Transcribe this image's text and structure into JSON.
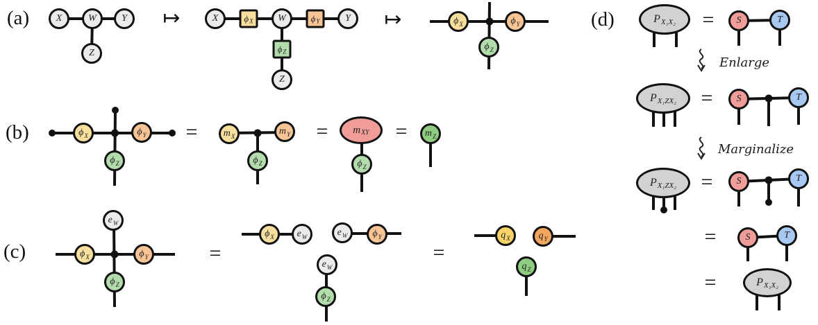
{
  "panel_labels": [
    "(a)",
    "(b)",
    "(c)",
    "(d)"
  ],
  "operators": {
    "mapsto": "↦",
    "equals": "="
  },
  "annotations": {
    "enlarge": "Enlarge",
    "marginalize": "Marginalize"
  },
  "nodes": {
    "X": {
      "main": "X",
      "sub": ""
    },
    "W": {
      "main": "W",
      "sub": ""
    },
    "Y": {
      "main": "Y",
      "sub": ""
    },
    "Z": {
      "main": "Z",
      "sub": ""
    },
    "phiX": {
      "main": "ϕ",
      "sub": "X"
    },
    "phiY": {
      "main": "ϕ",
      "sub": "Y"
    },
    "phiZ": {
      "main": "ϕ",
      "sub": "Z"
    },
    "mX": {
      "main": "m",
      "sub": "X"
    },
    "mY": {
      "main": "m",
      "sub": "Y"
    },
    "mXY": {
      "main": "m",
      "sub": "XY"
    },
    "mZ": {
      "main": "m",
      "sub": "Z"
    },
    "eW": {
      "main": "e",
      "sub": "W"
    },
    "qX": {
      "main": "q",
      "sub": "X"
    },
    "qY": {
      "main": "q",
      "sub": "Y"
    },
    "qZ": {
      "main": "q",
      "sub": "Z"
    },
    "S": {
      "main": "S",
      "sub": ""
    },
    "T": {
      "main": "T",
      "sub": ""
    },
    "PX1X2": {
      "main": "P",
      "sub": "X₁X₂"
    },
    "PX1ZX2": {
      "main": "P",
      "sub": "X₁ZX₂"
    }
  },
  "colors": {
    "node_gray": "#ebebeb",
    "ellipse_gray": "#d2d2d2",
    "phi_yellow": "#f8df9e",
    "q_yellow": "#f6d269",
    "phi_orange": "#f7c495",
    "q_orange": "#f1a55f",
    "phi_green": "#b2dcab",
    "q_green": "#8ecc81",
    "pink_red": "#f09c98",
    "blue": "#a7c8f1",
    "stroke": "#111111"
  }
}
